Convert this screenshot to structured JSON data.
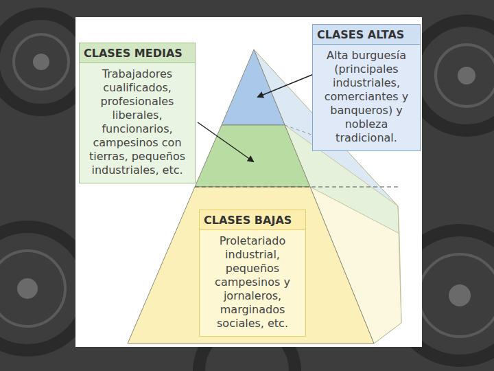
{
  "diagram": {
    "nodes": [
      {
        "text": [
          "CLASES ALTAS",
          "Alta burguesía (principales industriales, comerciantes y banqueros) y nobleza tradicional."
        ]
      },
      {
        "text": [
          "CLASES MEDIAS",
          "Trabajadores cualificados, profesionales liberales, funcionarios, campesinos con tierras, pequeños industriales, etc."
        ]
      },
      {
        "text": [
          "CLASES BAJAS",
          "Proletariado industrial, pequeños campesinos y jornaleros, marginados sociales, etc."
        ]
      }
    ]
  }
}
